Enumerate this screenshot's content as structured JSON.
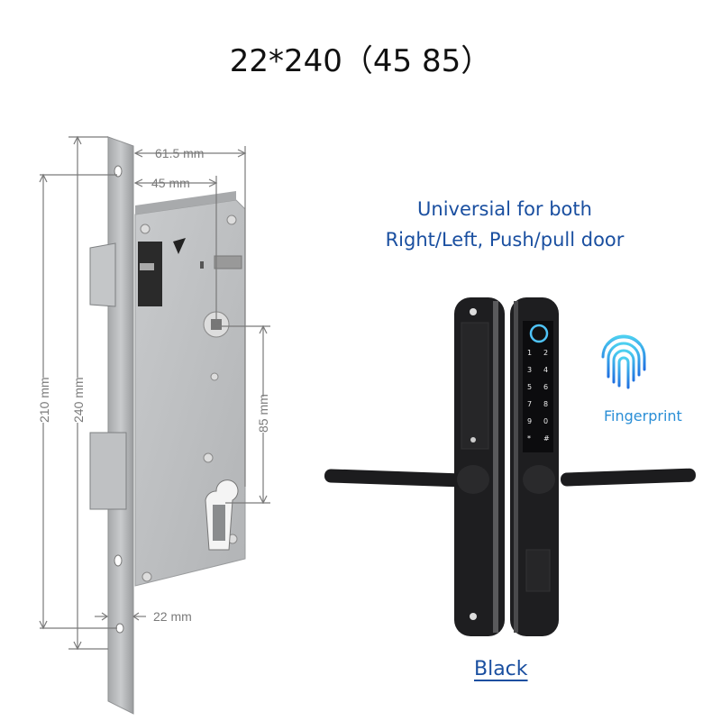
{
  "header": {
    "title": "22*240（45 85）"
  },
  "mortise_diagram": {
    "dimensions": {
      "width_total": "61.5 mm",
      "backset": "45 mm",
      "height_total": "240 mm",
      "height_holes": "210 mm",
      "center_distance": "85 mm",
      "faceplate_width": "22 mm"
    },
    "colors": {
      "steel": "#b9bbbd",
      "steel_dark": "#8e9092",
      "dimension_line": "#7a7a7a"
    }
  },
  "product_info": {
    "line1": "Universial for both",
    "line2": "Right/Left, Push/pull door",
    "feature_icon": "fingerprint-icon",
    "feature_label": "Fingerprint",
    "color_label": "Black",
    "keypad_keys": [
      "1",
      "2",
      "3",
      "4",
      "5",
      "6",
      "7",
      "8",
      "9",
      "0",
      "*",
      "#"
    ],
    "colors": {
      "text_blue": "#1a4fa0",
      "fingerprint_blue": "#2a8ed6",
      "handle_black": "#1c1c1e"
    }
  }
}
